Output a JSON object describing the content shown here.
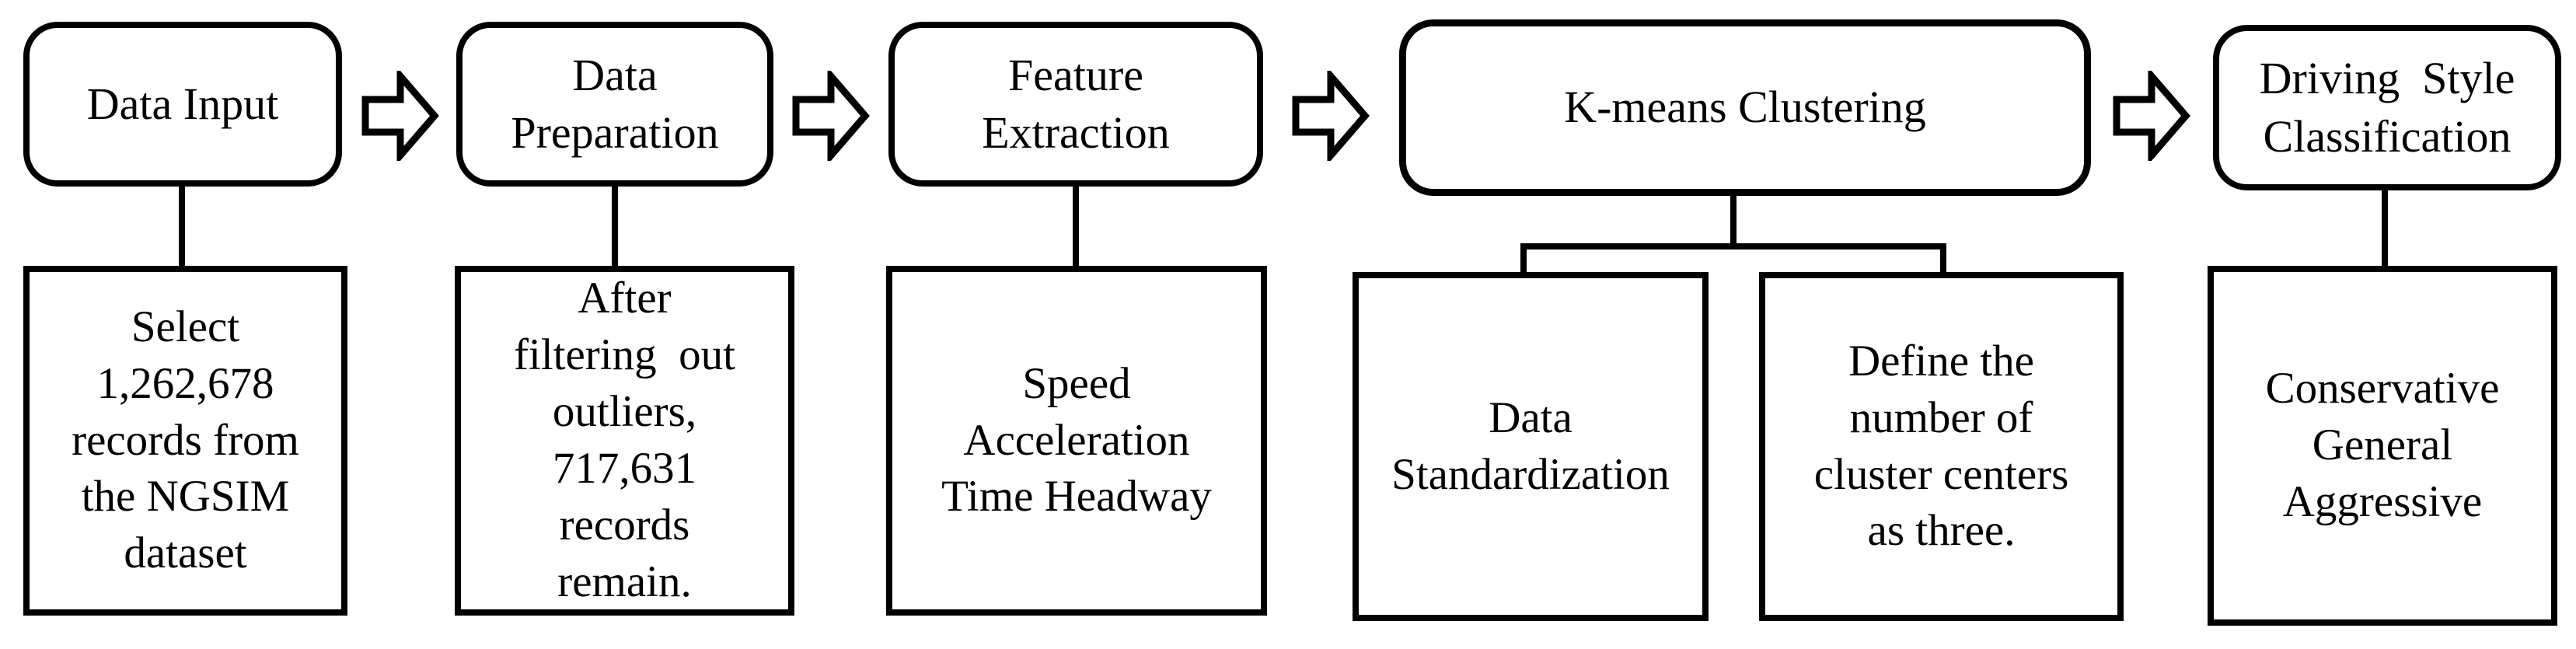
{
  "flowchart": {
    "colors": {
      "line": "#000000",
      "background": "#ffffff",
      "text": "#000000"
    },
    "arrow_icon": "hollow-right-arrow",
    "stages": [
      {
        "title_lines": [
          "Data Input"
        ],
        "detail_lines": [
          "Select",
          "1,262,678",
          "records from",
          "the NGSIM",
          "dataset"
        ]
      },
      {
        "title_lines": [
          "Data",
          "Preparation"
        ],
        "detail_lines": [
          "After",
          "filtering  out",
          "outliers,",
          "717,631",
          "records",
          "remain."
        ]
      },
      {
        "title_lines": [
          "Feature",
          "Extraction"
        ],
        "detail_lines": [
          "Speed",
          "Acceleration",
          "Time Headway"
        ]
      },
      {
        "title_lines": [
          "K-means Clustering"
        ],
        "details": [
          {
            "lines": [
              "Data",
              "Standardization"
            ]
          },
          {
            "lines": [
              "Define the",
              "number of",
              "cluster centers",
              "as three."
            ]
          }
        ]
      },
      {
        "title_lines": [
          "Driving  Style",
          "Classification"
        ],
        "detail_lines": [
          "Conservative",
          "General",
          "Aggressive"
        ]
      }
    ]
  }
}
